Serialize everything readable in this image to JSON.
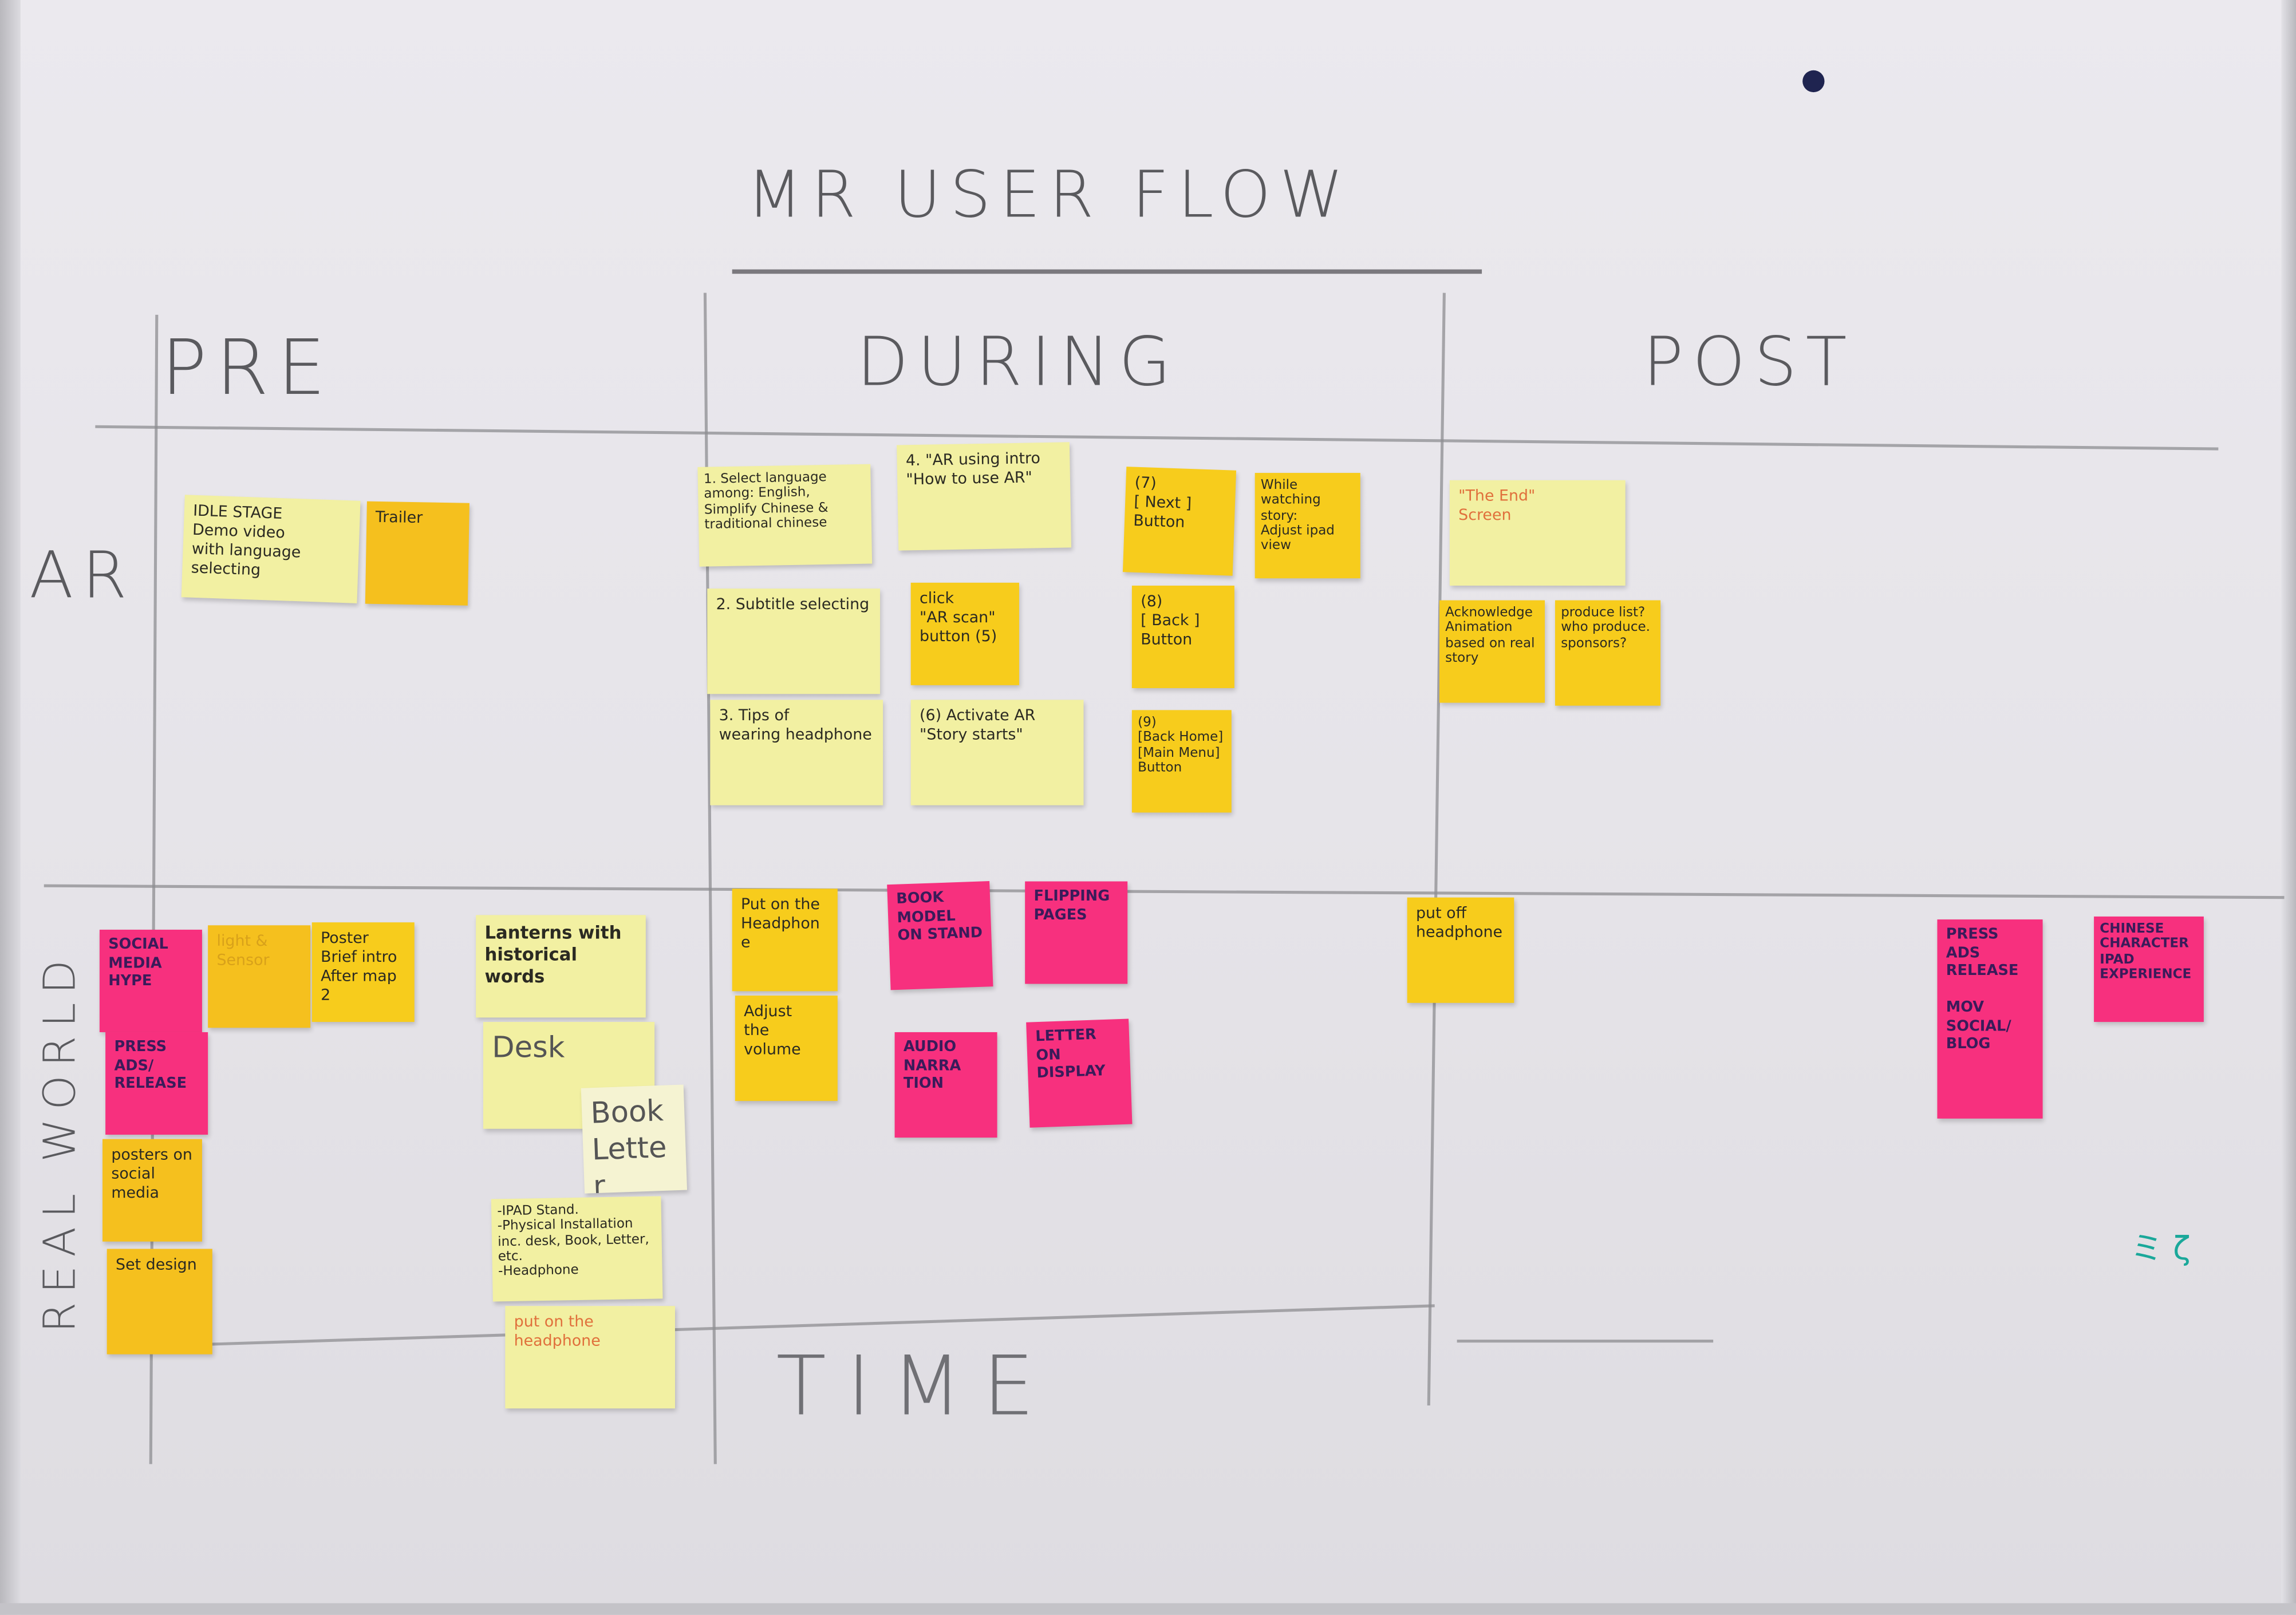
{
  "board": {
    "title": "MR USER FLOW",
    "columns": [
      "PRE",
      "DURING",
      "POST"
    ],
    "rows": [
      "AR",
      "REAL WORLD"
    ],
    "axis_label": "TIME",
    "scribble": "ミ ζ",
    "colors": {
      "light": "#f2f0a2",
      "yellow": "#f7cc1c",
      "pink": "#f7307e",
      "marker_dot": "#1f2450"
    }
  },
  "notes": [
    {
      "section": "pre-ar",
      "color": "light",
      "text": "IDLE STAGE\nDemo video\nwith language selecting"
    },
    {
      "section": "pre-ar",
      "color": "orange",
      "text": "Trailer"
    },
    {
      "section": "during-ar",
      "color": "light",
      "text": "1. Select language among: English, Simplify Chinese & traditional chinese"
    },
    {
      "section": "during-ar",
      "color": "light",
      "text": "4. \"AR using intro\n\"How to use AR\""
    },
    {
      "section": "during-ar",
      "color": "light",
      "text": "2. Subtitle selecting"
    },
    {
      "section": "during-ar",
      "color": "yellow",
      "text": "click\n\"AR scan\"\nbutton (5)"
    },
    {
      "section": "during-ar",
      "color": "light",
      "text": "3. Tips of\nwearing headphone"
    },
    {
      "section": "during-ar",
      "color": "light",
      "text": "(6) Activate AR\n\"Story starts\""
    },
    {
      "section": "during-ar",
      "color": "yellow",
      "text": "(7)\n[ Next ]\nButton"
    },
    {
      "section": "during-ar",
      "color": "yellow",
      "text": "While watching story:\nAdjust ipad view"
    },
    {
      "section": "during-ar",
      "color": "yellow",
      "text": "(8)\n[ Back ]\nButton"
    },
    {
      "section": "during-ar",
      "color": "yellow",
      "text": "(9)\n[Back Home]\n[Main Menu]\nButton"
    },
    {
      "section": "post-ar",
      "color": "light",
      "text": "\"The End\"\nScreen"
    },
    {
      "section": "post-ar",
      "color": "yellow",
      "text": "Acknowledge\nAnimation based on real story"
    },
    {
      "section": "post-ar",
      "color": "yellow",
      "text": "produce list?\nwho produce.\nsponsors?"
    },
    {
      "section": "pre-real",
      "color": "pink",
      "text": "Social media hype"
    },
    {
      "section": "pre-real",
      "color": "orange",
      "text": "light &\nSensor"
    },
    {
      "section": "pre-real",
      "color": "yellow",
      "text": "Poster\nBrief intro\nAfter map 2"
    },
    {
      "section": "pre-real",
      "color": "pink",
      "text": "Press ads/ release"
    },
    {
      "section": "pre-real",
      "color": "orange",
      "text": "posters on social media"
    },
    {
      "section": "pre-real",
      "color": "orange",
      "text": "Set design"
    },
    {
      "section": "pre-real",
      "color": "light",
      "text": "Lanterns with historical words"
    },
    {
      "section": "pre-real",
      "color": "light",
      "text": "Desk"
    },
    {
      "section": "pre-real",
      "color": "pale",
      "text": "Book\nLetter"
    },
    {
      "section": "pre-real",
      "color": "light",
      "text": "-IPAD Stand.\n-Physical Installation inc. desk, Book, Letter, etc.\n-Headphone"
    },
    {
      "section": "pre-real",
      "color": "light",
      "text": "put on the\nheadphone"
    },
    {
      "section": "during-real",
      "color": "yellow",
      "text": "Put on the\nHeadphone"
    },
    {
      "section": "during-real",
      "color": "yellow",
      "text": "Adjust\nthe volume"
    },
    {
      "section": "during-real",
      "color": "pink",
      "text": "Book model on stand"
    },
    {
      "section": "during-real",
      "color": "pink",
      "text": "Flipping pages"
    },
    {
      "section": "during-real",
      "color": "pink",
      "text": "Audio narra tion"
    },
    {
      "section": "during-real",
      "color": "pink",
      "text": "Letter on display"
    },
    {
      "section": "post-real",
      "color": "yellow",
      "text": "put off\nheadphone"
    },
    {
      "section": "post-real",
      "color": "pink",
      "text": "Press ads release\n\nMOV social/ blog"
    },
    {
      "section": "post-real",
      "color": "pink",
      "text": "Chinese character iPad experience"
    }
  ]
}
